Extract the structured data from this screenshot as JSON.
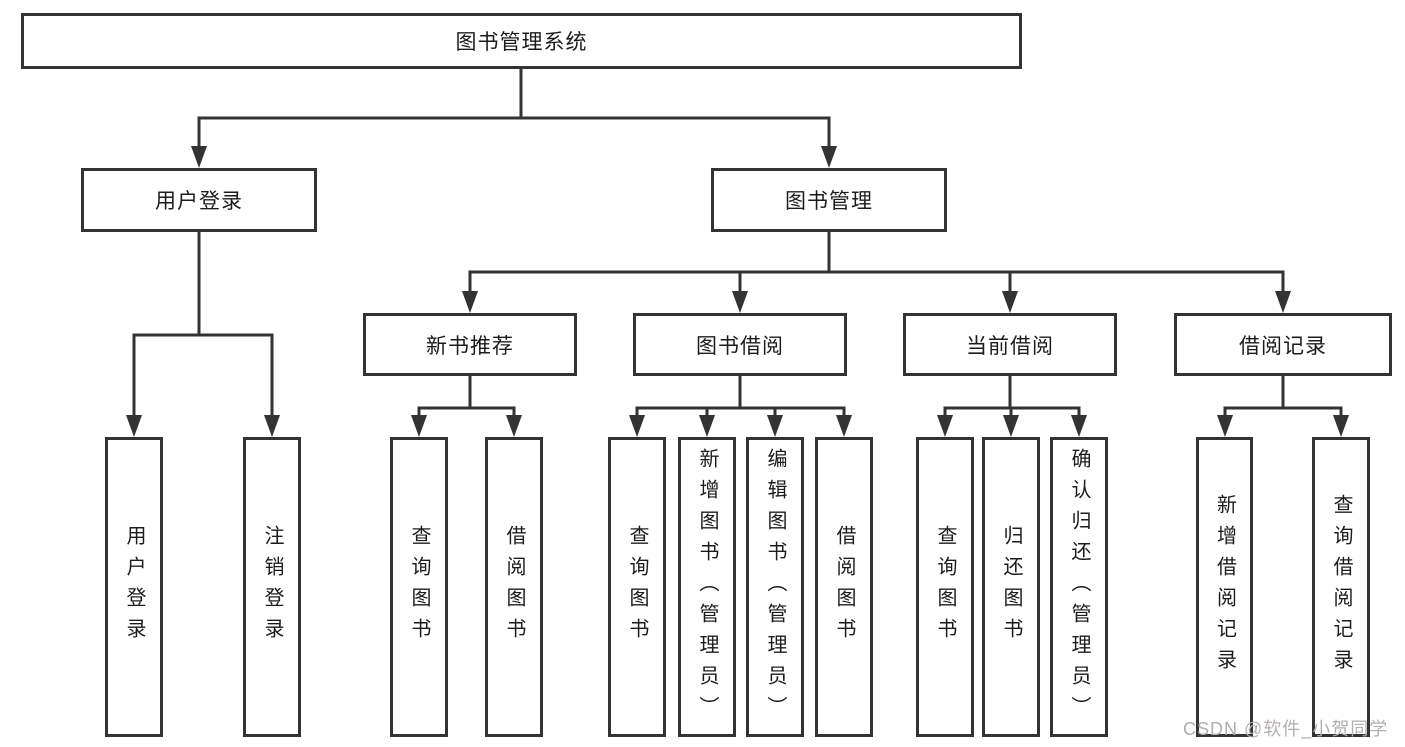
{
  "title": "图书管理系统",
  "watermark": "CSDN @软件_小贺同学",
  "colors": {
    "line": "#333333",
    "box_border": "#333333",
    "text": "#1c1c1c",
    "watermark": "#b3aeae",
    "background": "#ffffff"
  },
  "nodes": {
    "root": "图书管理系统",
    "user_login": "用户登录",
    "book_mgmt": "图书管理",
    "new_book_rec": "新书推荐",
    "book_borrow": "图书借阅",
    "current_borrow": "当前借阅",
    "borrow_records": "借阅记录",
    "ul_login": "用户登录",
    "ul_logout": "注销登录",
    "nb_query": "查询图书",
    "nb_borrow": "借阅图书",
    "bb_query": "查询图书",
    "bb_add": "新增图书（管理员）",
    "bb_edit": "编辑图书（管理员）",
    "bb_borrow": "借阅图书",
    "cb_query": "查询图书",
    "cb_return": "归还图书",
    "cb_confirm": "确认归还（管理员）",
    "br_add": "新增借阅记录",
    "br_query": "查询借阅记录"
  }
}
